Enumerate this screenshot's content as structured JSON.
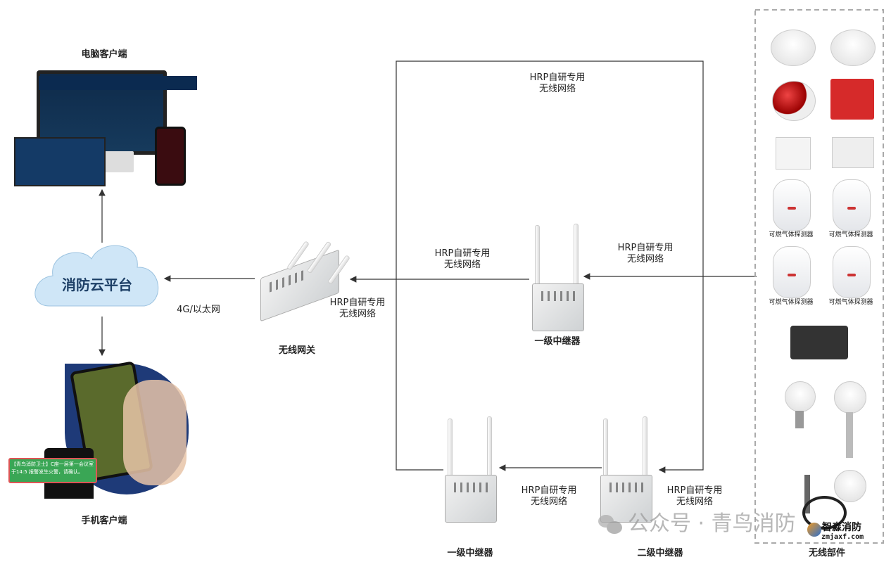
{
  "labels": {
    "pc_client": "电脑客户端",
    "mobile_client": "手机客户端",
    "cloud": "消防云平台",
    "uplink": "4G/以太网",
    "gateway": "无线网关",
    "repeater1_top": "一级中继器",
    "repeater1_bottom": "一级中继器",
    "repeater2": "二级中继器",
    "wireless_parts": "无线部件"
  },
  "network_label": {
    "line1": "HRP自研专用",
    "line2": "无线网络"
  },
  "detectors": [
    "可燃气体探测器",
    "可燃气体探测器",
    "可燃气体探测器",
    "可燃气体探测器"
  ],
  "sms_text": "【青鸟消防卫士】C座一层第一会议室于14:5 报警发生火警，请确认。",
  "watermark": {
    "text": "公众号 · 青鸟消防",
    "brand": "智淼消防",
    "url": "zmjaxf.com"
  },
  "colors": {
    "line": "#333333",
    "cloud": "#cfe6f7",
    "phone_bg": "#1e3a78",
    "sms": "#3aa655"
  }
}
